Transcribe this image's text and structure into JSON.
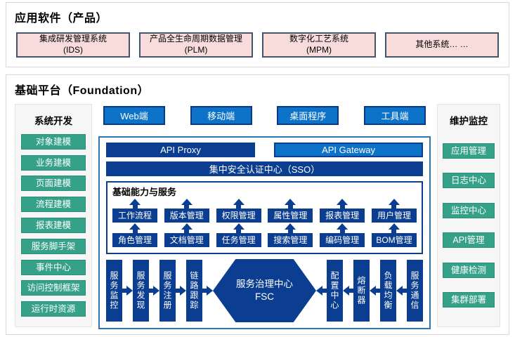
{
  "colors": {
    "navy": "#0b3d91",
    "bright_blue": "#0d73c9",
    "green": "#35a189",
    "pink": "#f8dcdb",
    "pink_border": "#44546a",
    "panel_border": "#2e75b6",
    "container_border": "#d9d9d9"
  },
  "app": {
    "title": "应用软件（产品）",
    "systems": [
      {
        "name": "集成研发管理系统",
        "abbr": "(IDS)"
      },
      {
        "name": "产品全生命周期数据管理",
        "abbr": "(PLM)"
      },
      {
        "name": "数字化工艺系统",
        "abbr": "(MPM)"
      },
      {
        "name": "其他系统… …",
        "abbr": ""
      }
    ]
  },
  "foundation": {
    "title": "基础平台（Foundation）",
    "dev": {
      "title": "系统开发",
      "items": [
        "对象建模",
        "业务建模",
        "页面建模",
        "流程建模",
        "报表建模",
        "服务脚手架",
        "事件中心",
        "访问控制框架",
        "运行时资源"
      ]
    },
    "ops": {
      "title": "维护监控",
      "items": [
        "应用管理",
        "日志中心",
        "监控中心",
        "API管理",
        "健康检测",
        "集群部署"
      ]
    },
    "clients": [
      "Web端",
      "移动端",
      "桌面程序",
      "工具端"
    ],
    "api_proxy": "API Proxy",
    "api_gateway": "API Gateway",
    "sso": "集中安全认证中心（SSO）",
    "capabilities": {
      "title": "基础能力与服务",
      "row1": [
        "工作流程",
        "版本管理",
        "权限管理",
        "属性管理",
        "报表管理",
        "用户管理"
      ],
      "row2": [
        "角色管理",
        "文档管理",
        "任务管理",
        "搜索管理",
        "编码管理",
        "BOM管理"
      ]
    },
    "governance": {
      "left": [
        "服务监控",
        "服务发现",
        "服务注册",
        "链路跟踪"
      ],
      "center_line1": "服务治理中心",
      "center_line2": "FSC",
      "right": [
        "配置中心",
        "熔断器",
        "负载均衡",
        "服务通信"
      ]
    }
  }
}
